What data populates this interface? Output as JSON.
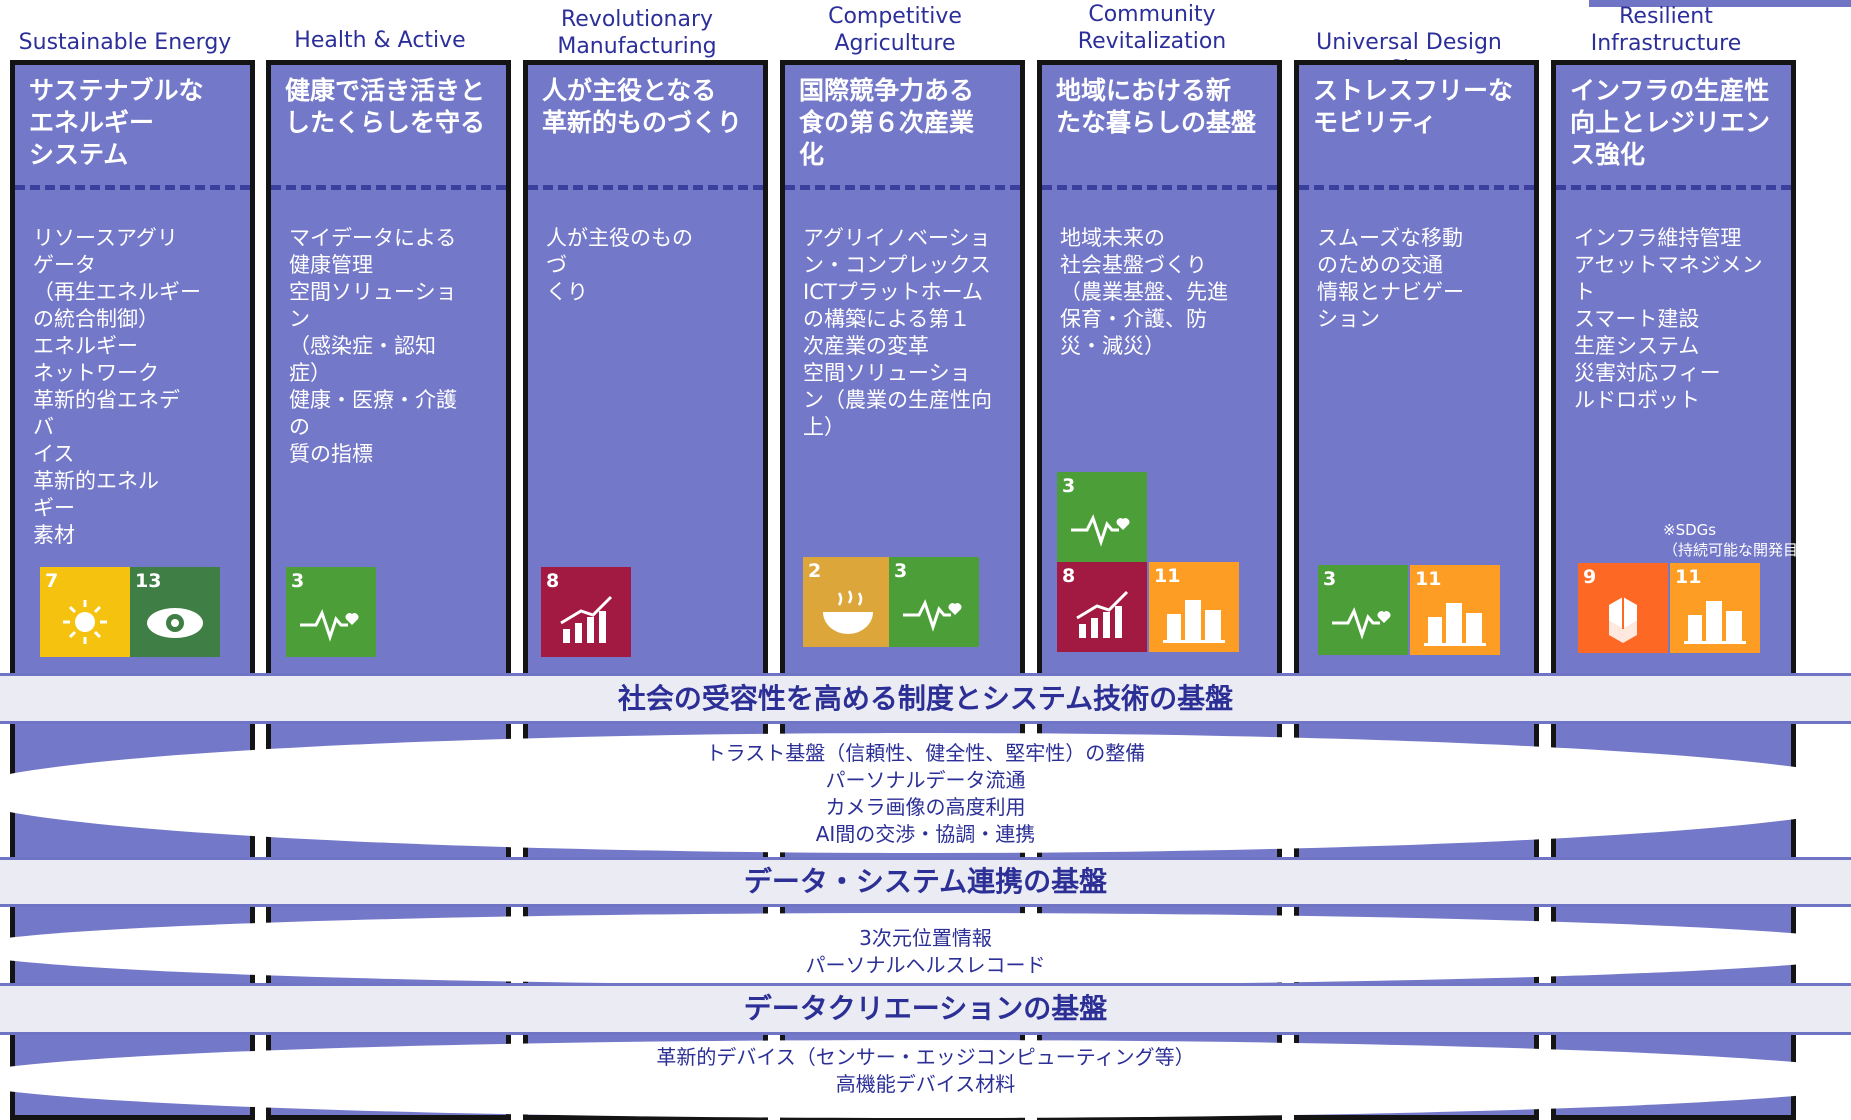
{
  "columns": [
    {
      "en": "Sustainable Energy",
      "title": "サステナブルな\nエネルギー\nシステム",
      "body": "  リソースアグリ\n    ゲータ\n  （再生エネルギー\n    の統合制御）\n  エネルギー\n    ネットワーク\n  革新的省エネデ\nバ\n    イス\n  革新的エネル\nギー\n    素材",
      "sdgs": [
        {
          "num": "7",
          "color": "#f5c20f",
          "icon": "sun-icon"
        },
        {
          "num": "13",
          "color": "#3f7e44",
          "icon": "eye-icon"
        }
      ]
    },
    {
      "en": "Health & Active",
      "title": "健康で活き活きと\nしたくらしを守る",
      "body": "  マイデータによる\n    健康管理\n  空間ソリューショ\nン\n    （感染症・認知\n症）\n  健康・医療・介護\nの\n    質の指標",
      "sdgs": [
        {
          "num": "3",
          "color": "#4c9f38",
          "icon": "heartbeat-icon"
        }
      ]
    },
    {
      "en": "Revolutionary\nManufacturing",
      "title": "人が主役となる\n革新的ものづくり",
      "body": "  人が主役のもの\nづ\n    くり",
      "sdgs": [
        {
          "num": "8",
          "color": "#a21942",
          "icon": "growth-chart-icon"
        }
      ]
    },
    {
      "en": "Competitive\nAgriculture",
      "title": "国際競争力ある\n食の第６次産業\n化",
      "body": "  アグリイノベーショ\n  ン・コンプレックス\n  ICTプラットホーム\n    の構築による第１\n    次産業の変革\n  空間ソリューショ\nン（農業の生産性向\n上）",
      "sdgs": [
        {
          "num": "2",
          "color": "#dda63a",
          "icon": "bowl-icon"
        },
        {
          "num": "3",
          "color": "#4c9f38",
          "icon": "heartbeat-icon"
        }
      ]
    },
    {
      "en": "Community\nRevitalization",
      "title": "地域における新\nたな暮らしの基盤",
      "body": "  地域未来の\n    社会基盤づくり\n    （農業基盤、先進\n    保育・介護、防\n    災・減災）",
      "sdgs": [
        {
          "num": "3",
          "color": "#4c9f38",
          "icon": "heartbeat-icon"
        },
        {
          "num": "8",
          "color": "#a21942",
          "icon": "growth-chart-icon"
        },
        {
          "num": "11",
          "color": "#fd9d24",
          "icon": "city-icon"
        }
      ]
    },
    {
      "en": "Universal Design\nCity",
      "title": "ストレスフリーな\nモビリティ",
      "body": "  スムーズな移動\n    のための交通\n    情報とナビゲー\n  ション",
      "sdgs": [
        {
          "num": "3",
          "color": "#4c9f38",
          "icon": "heartbeat-icon"
        },
        {
          "num": "11",
          "color": "#fd9d24",
          "icon": "city-icon"
        }
      ]
    },
    {
      "en": "Resilient\nInfrastructure",
      "title": "インフラの生産性\n向上とレジリエン\nス強化",
      "body": "  インフラ維持管理\n  アセットマネジメン\nト\n  スマート建設\n    生産システム\n  災害対応フィー\n    ルドロボット",
      "sdgs": [
        {
          "num": "9",
          "color": "#fd6925",
          "icon": "cubes-icon"
        },
        {
          "num": "11",
          "color": "#fd9d24",
          "icon": "city-icon"
        }
      ]
    }
  ],
  "sdg_note": "※SDGs\n（持続可能な開発目標）",
  "layers": [
    {
      "title": "社会の受容性を高める制度とシステム技術の基盤",
      "items": "トラスト基盤（信頼性、健全性、堅牢性）の整備\nパーソナルデータ流通\nカメラ画像の高度利用\nAI間の交渉・協調・連携"
    },
    {
      "title": "データ・システム連携の基盤",
      "items": "3次元位置情報\nパーソナルヘルスレコード"
    },
    {
      "title": "データクリエーションの基盤",
      "items": "革新的デバイス（センサー・エッジコンピューティング等）\n高機能デバイス材料"
    }
  ]
}
